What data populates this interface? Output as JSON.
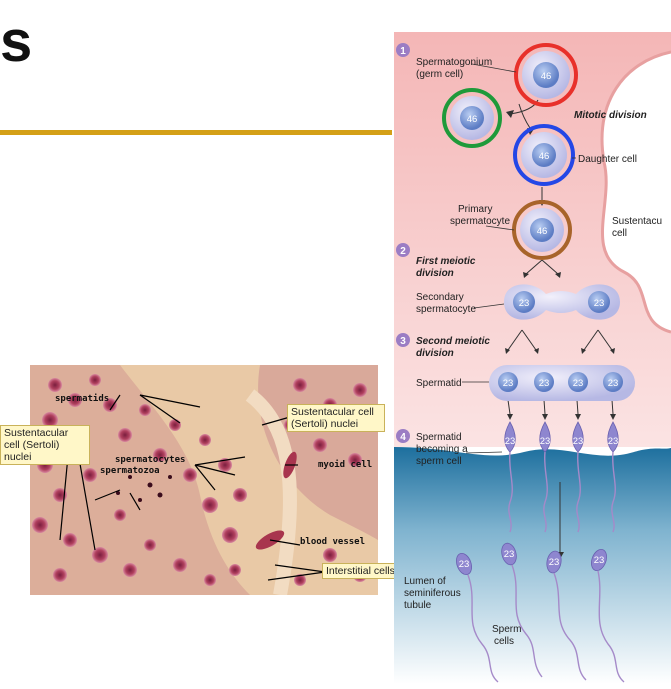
{
  "slide": {
    "title_fragment": "s"
  },
  "micrograph": {
    "labels": {
      "spermatids": "spermatids",
      "spermatocytes": "spermatocytes",
      "spermatozoa": "spermatozoa",
      "myoid_cell": "myoid cell",
      "blood_vessel": "blood vessel"
    },
    "callouts": {
      "sertoli_left": "Sustentacular cell (Sertoli) nuclei",
      "sertoli_right": "Sustentacular cell (Sertoli) nuclei",
      "interstitial": "Interstitial cells"
    }
  },
  "diagram": {
    "steps": [
      "1",
      "2",
      "3",
      "4"
    ],
    "labels": {
      "spermatogonium": "Spermatogonium",
      "germ_cell": "(germ cell)",
      "mitotic_division": "Mitotic division",
      "daughter_cell": "Daughter cell",
      "primary": "Primary",
      "spermatocyte": "spermatocyte",
      "sustentacular": "Sustentacu",
      "cell": "cell",
      "first_meiotic": "First meiotic",
      "division_1": "division",
      "secondary": "Secondary",
      "spermatocyte_2": "spermatocyte",
      "second_meiotic": "Second meiotic",
      "division_2": "division",
      "spermatid": "Spermatid",
      "spermatid_becoming": "Spermatid",
      "becoming_a": "becoming a",
      "sperm_cell_line": "sperm cell",
      "lumen": "Lumen of",
      "seminiferous": "seminiferous",
      "tubule": "tubule",
      "sperm": "Sperm",
      "cells": "cells"
    },
    "chromosomes": {
      "diploid": "46",
      "haploid": "23"
    },
    "colors": {
      "spermatogonium_ring": "#e8302a",
      "green_ring": "#1f9a3a",
      "daughter_ring": "#2447e6",
      "primary_ring": "#a8642a",
      "nucleus": "#6f8fd0",
      "tissue": "#f6c9c9",
      "lumen": "#2b7fb0"
    }
  }
}
